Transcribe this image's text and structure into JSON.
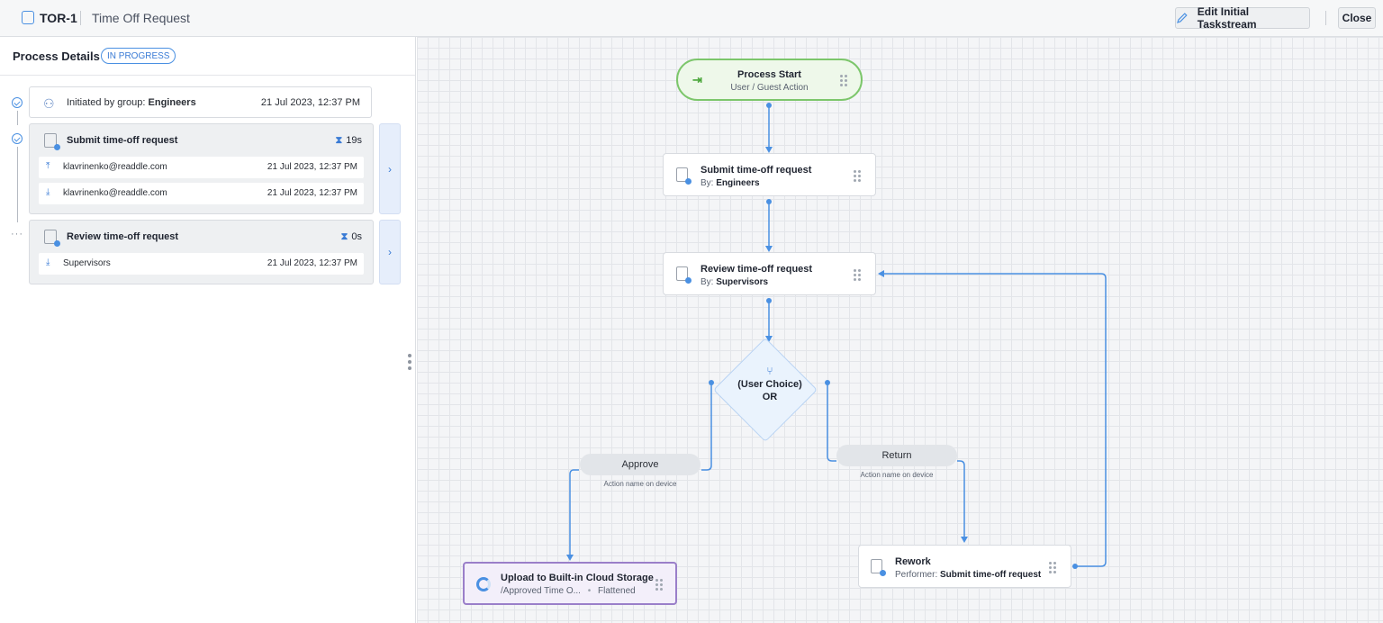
{
  "header": {
    "id": "TOR-1",
    "title": "Time Off Request",
    "edit_button": "Edit Initial Taskstream",
    "close_button": "Close"
  },
  "process": {
    "title": "Process Details",
    "status": "IN PROGRESS",
    "initiated_prefix": "Initiated by group:",
    "initiated_group": "Engineers",
    "initiated_date": "21 Jul 2023, 12:37 PM",
    "tasks": [
      {
        "name": "Submit time-off request",
        "duration": "19s",
        "steps": [
          {
            "name": "klavrinenko@readdle.com",
            "date": "21 Jul 2023, 12:37 PM"
          },
          {
            "name": "klavrinenko@readdle.com",
            "date": "21 Jul 2023, 12:37 PM"
          }
        ]
      },
      {
        "name": "Review time-off request",
        "duration": "0s",
        "steps": [
          {
            "name": "Supervisors",
            "date": "21 Jul 2023, 12:37 PM"
          }
        ]
      }
    ]
  },
  "flow": {
    "start": {
      "title": "Process Start",
      "subtitle": "User / Guest Action"
    },
    "submit": {
      "title": "Submit time-off request",
      "by_label": "By:",
      "by": "Engineers"
    },
    "review": {
      "title": "Review time-off request",
      "by_label": "By:",
      "by": "Supervisors"
    },
    "decision": {
      "line1": "(User Choice)",
      "line2": "OR"
    },
    "approve": {
      "label": "Approve",
      "caption": "Action name on device"
    },
    "return": {
      "label": "Return",
      "caption": "Action name on device"
    },
    "rework": {
      "title": "Rework",
      "performer_label": "Performer:",
      "performer": "Submit time-off request"
    },
    "upload": {
      "title": "Upload to Built-in Cloud Storage",
      "path": "/Approved Time O...",
      "separator": "•",
      "mode": "Flattened"
    }
  },
  "colors": {
    "accent": "#4a90e2",
    "start_border": "#7cc66b",
    "upload_border": "#9a7fc9"
  }
}
